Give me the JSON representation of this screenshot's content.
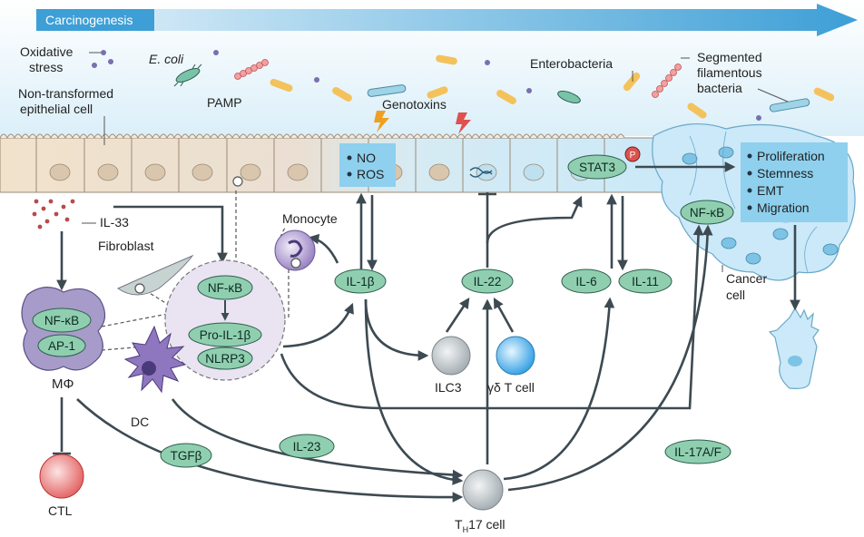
{
  "banner": {
    "label": "Carcinogenesis"
  },
  "labels": {
    "oxidative_stress_1": "Oxidative",
    "oxidative_stress_2": "stress",
    "e_coli": "E. coli",
    "non_transformed_1": "Non-transformed",
    "non_transformed_2": "epithelial cell",
    "pamp": "PAMP",
    "genotoxins": "Genotoxins",
    "enterobacteria": "Enterobacteria",
    "sfb_1": "Segmented",
    "sfb_2": "filamentous",
    "sfb_3": "bacteria",
    "il33": "IL-33",
    "fibroblast": "Fibroblast",
    "monocyte": "Monocyte",
    "mphi": "MΦ",
    "dc": "DC",
    "ctl": "CTL",
    "ilc3": "ILC3",
    "gd_t_cell": "γδ T cell",
    "th17_main": "T",
    "th17_sub": "H",
    "th17_rest": "17 cell",
    "cancer_cell_1": "Cancer",
    "cancer_cell_2": "cell"
  },
  "no_ros_box": {
    "items": [
      "NO",
      "ROS"
    ]
  },
  "outcome_box": {
    "items": [
      "Proliferation",
      "Stemness",
      "EMT",
      "Migration"
    ]
  },
  "pills": {
    "nfkb_inflammasome": "NF-κB",
    "pro_il1b": "Pro-IL-1β",
    "nlrp3": "NLRP3",
    "nfkb_mphi": "NF-κB",
    "ap1": "AP-1",
    "il1b": "IL-1β",
    "il22": "IL-22",
    "il6": "IL-6",
    "il11": "IL-11",
    "stat3": "STAT3",
    "phospho": "P",
    "nfkb_cancer": "NF-κB",
    "tgfb": "TGFβ",
    "il23": "IL-23",
    "il17af": "IL-17A/F"
  },
  "colors": {
    "banner_start": "#e6f3fb",
    "banner_end": "#3d9fd6",
    "pill_fill": "#8fcfb0",
    "box_fill": "#8ed0ee",
    "epithelium": "#f1e2cb",
    "cancer_cell": "#cbe9f8",
    "arrow": "#3d4a52"
  }
}
